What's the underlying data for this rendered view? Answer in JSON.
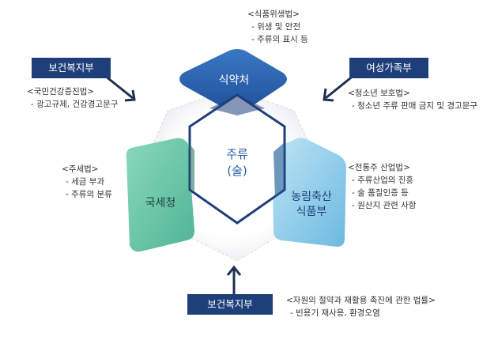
{
  "center": {
    "line1": "주류",
    "line2": "(술)"
  },
  "nodes": {
    "top": {
      "label": "식약처",
      "color": "#2a5ea8"
    },
    "left": {
      "label": "국세청",
      "color": "#6fc6a8"
    },
    "right": {
      "label_line1": "농림축산",
      "label_line2": "식품부",
      "color": "#8fcde8"
    }
  },
  "boxes": {
    "top_left": "보건복지부",
    "top_right": "여성가족부",
    "bottom": "보건복지부",
    "color": "#1f3f7a"
  },
  "notes": {
    "top": {
      "head": "<식품위생법>",
      "items": [
        "- 위생 및 안전",
        "- 주류의 표시 등"
      ]
    },
    "left_upper": {
      "head": "<국민건강증진법>",
      "items": [
        "- 광고규제, 건강경고문구"
      ]
    },
    "right_upper": {
      "head": "<청소년 보호법>",
      "items": [
        "- 청소년 주류 판매 금지 및 경고문구"
      ]
    },
    "left_lower": {
      "head": "<주세법>",
      "items": [
        "- 세금 부과",
        "- 주류의 분류"
      ]
    },
    "right_lower": {
      "head": "<전통주 산업법>",
      "items": [
        "- 주류산업의 진흥",
        "- 술 품질인증 등",
        "- 원산지 관련 사항"
      ]
    },
    "bottom": {
      "head": "<자원의 절약과 재활용 촉진에 관한 법률>",
      "items": [
        "- 빈용기 재사용, 환경오염"
      ]
    }
  }
}
